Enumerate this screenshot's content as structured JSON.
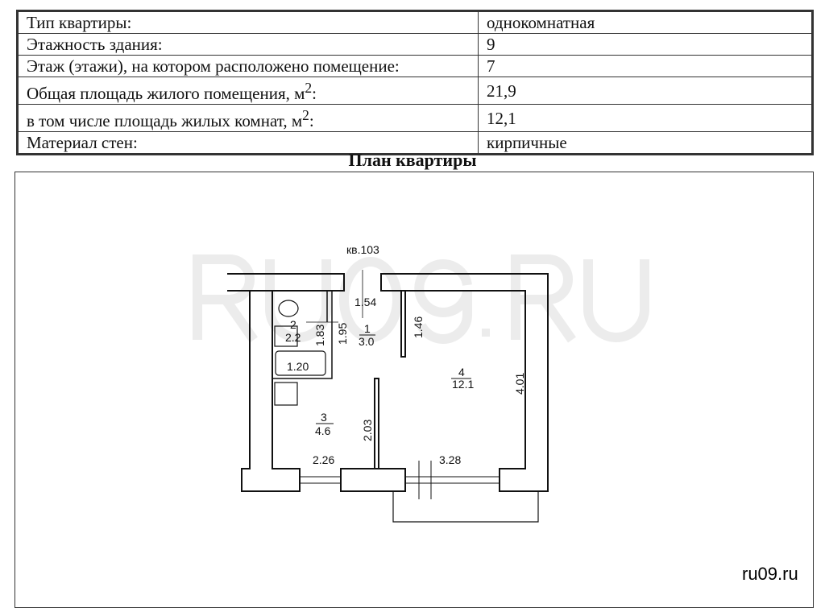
{
  "info_rows": [
    {
      "label": "Тип квартиры:",
      "value": "однокомнатная"
    },
    {
      "label": "Этажность здания:",
      "value": "9"
    },
    {
      "label": "Этаж (этажи), на котором расположено помещение:",
      "value": "7"
    },
    {
      "label": "Общая площадь жилого помещения, м",
      "sup": "2",
      "suffix": ":",
      "value": "21,9"
    },
    {
      "label": "в том числе площадь жилых комнат, м",
      "sup": "2",
      "suffix": ":",
      "value": "12,1"
    },
    {
      "label": "Материал стен:",
      "value": "кирпичные"
    }
  ],
  "plan_title": "План квартиры",
  "watermark": "RU09.RU",
  "site": "ru09.ru",
  "plan": {
    "apartment": "кв.103",
    "dims": {
      "d154": "1.54",
      "d146": "1.46",
      "d183": "1.83",
      "d195": "1.95",
      "d120": "1.20",
      "d203": "2.03",
      "d226": "2.26",
      "d328": "3.28",
      "d401": "4.01"
    },
    "rooms": [
      {
        "num": "1",
        "area": "3.0"
      },
      {
        "num": "2",
        "area": "2.2"
      },
      {
        "num": "3",
        "area": "4.6"
      },
      {
        "num": "4",
        "area": "12.1"
      }
    ]
  }
}
